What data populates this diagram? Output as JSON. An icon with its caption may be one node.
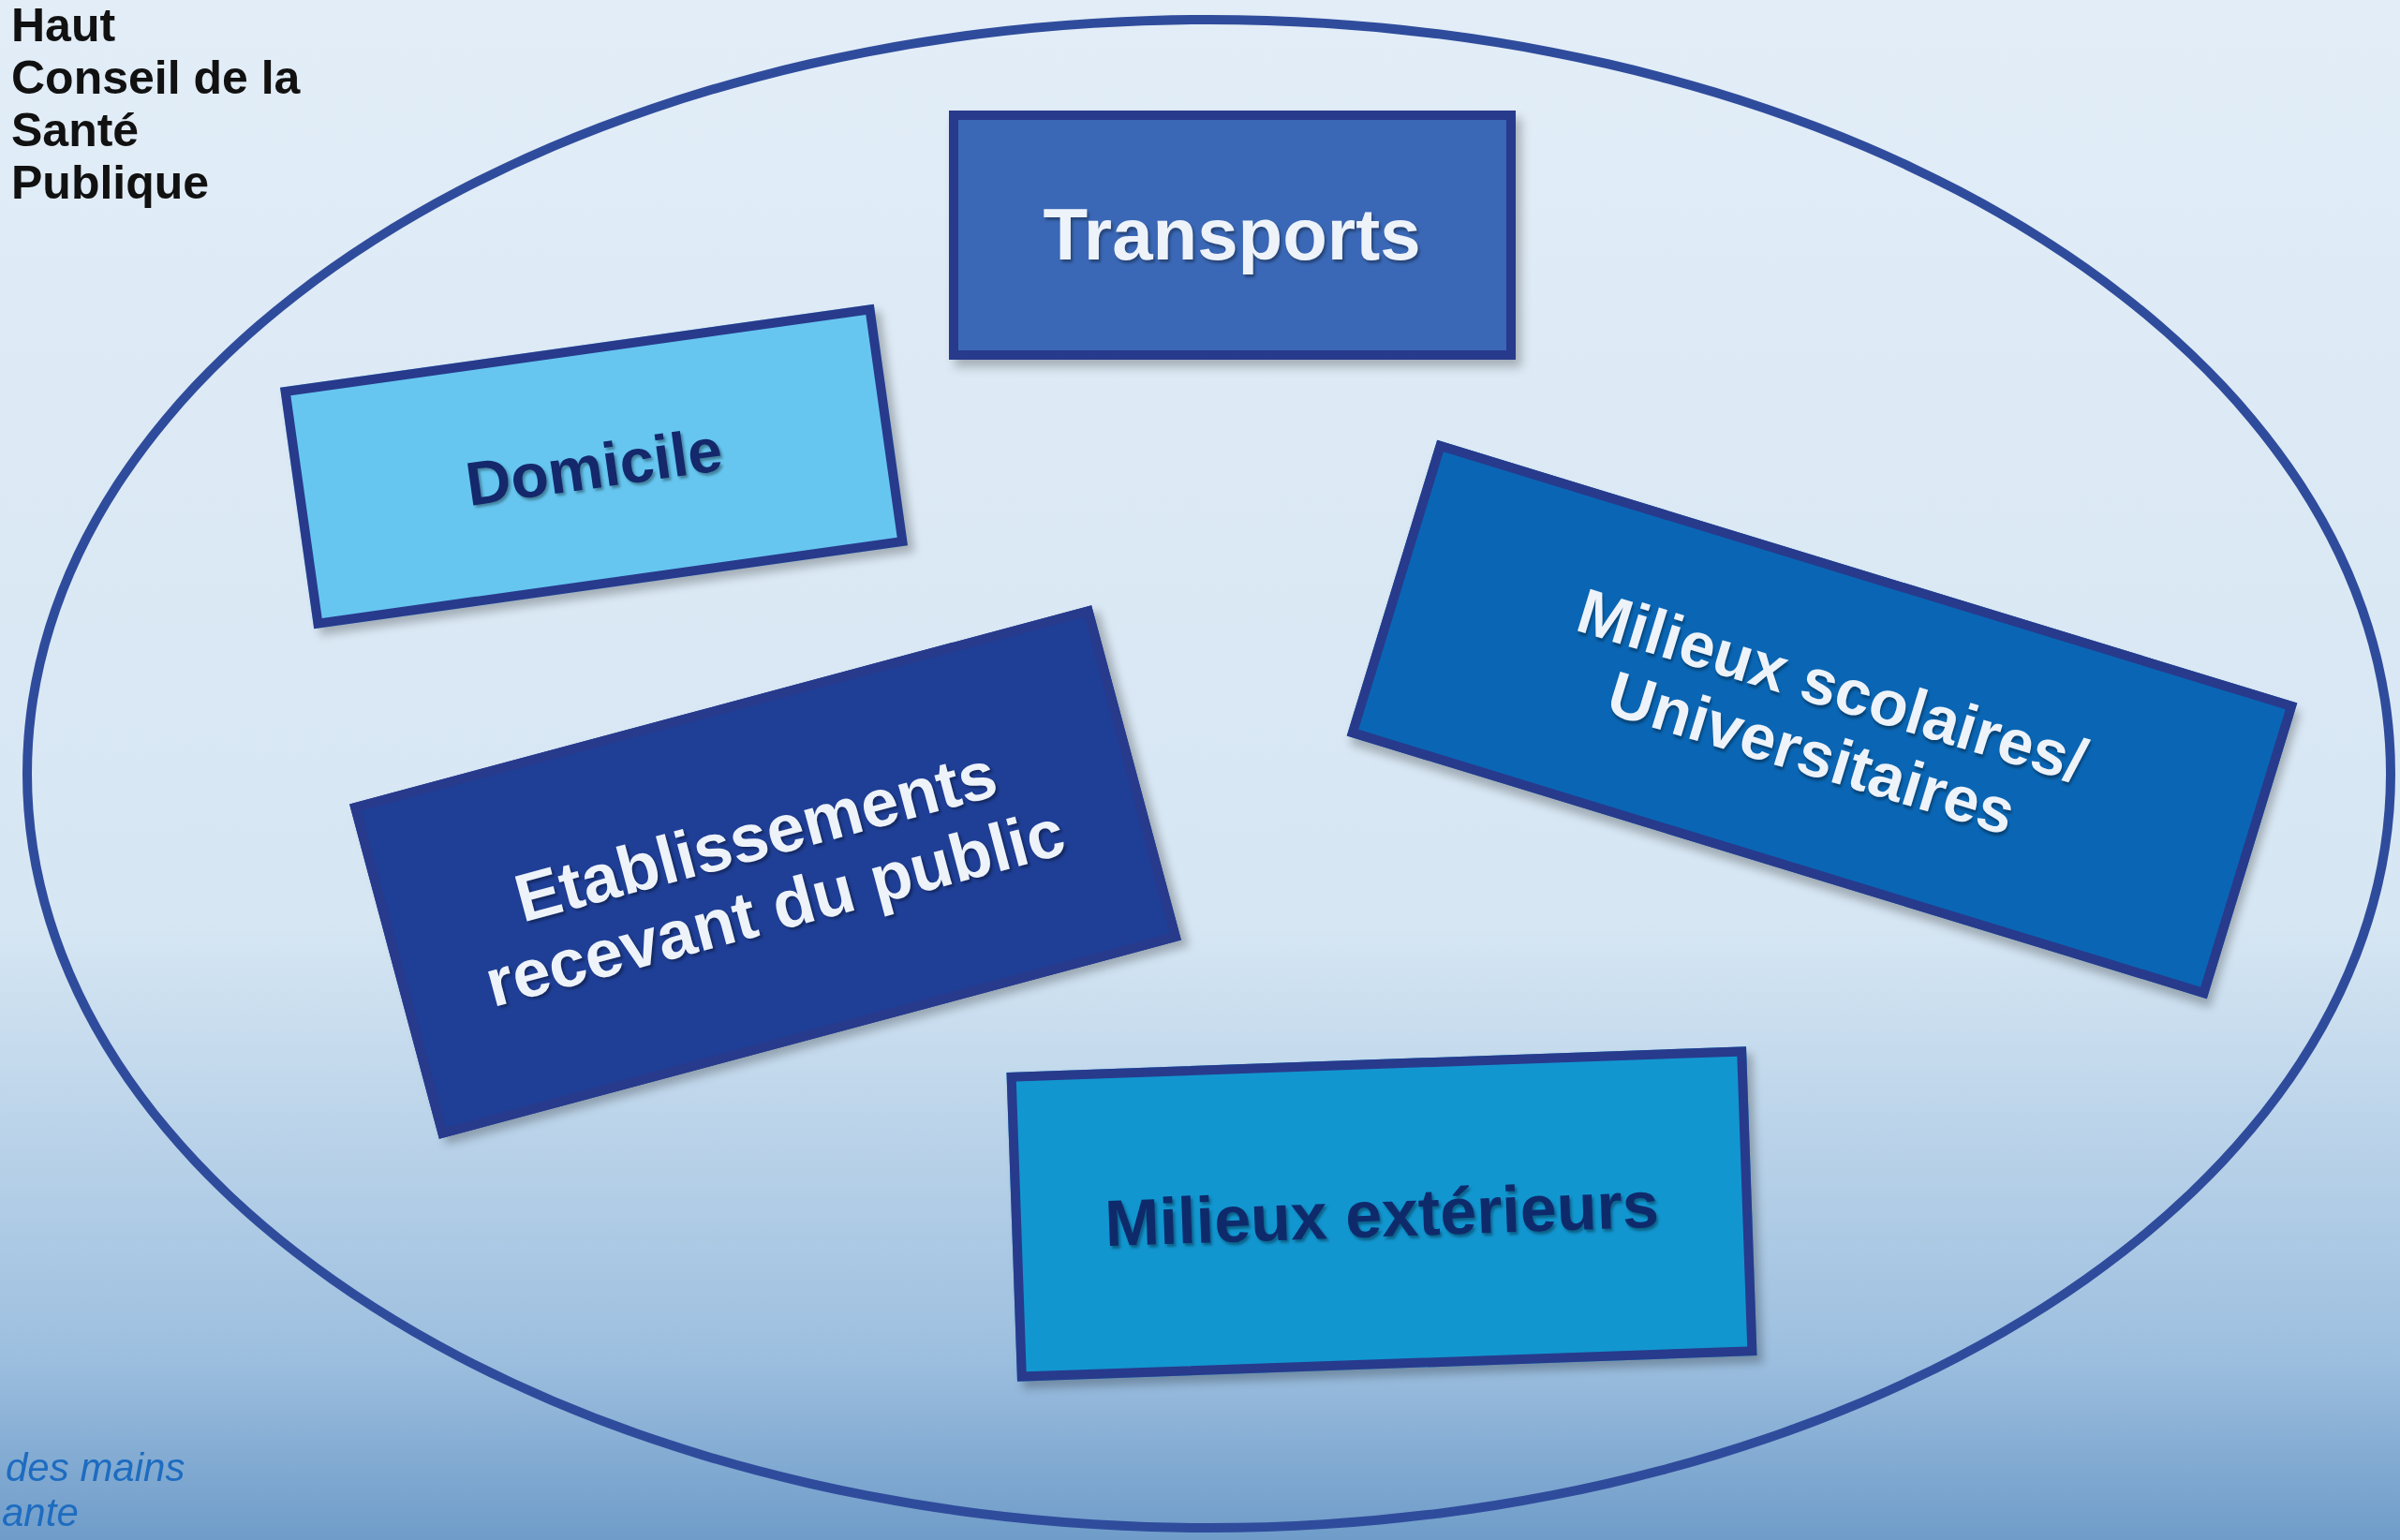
{
  "diagram": {
    "nodes": [
      {
        "text": [],
        "shape": "ellipse"
      },
      {
        "text": [
          "Transports"
        ],
        "in": 0
      },
      {
        "text": [
          "Domicile"
        ],
        "in": 0
      },
      {
        "text": [
          "Etablissements recevant du public"
        ],
        "in": 0
      },
      {
        "text": [
          "Milieux scolaires/ Universitaires"
        ],
        "in": 0
      },
      {
        "text": [
          "Milieux extérieurs"
        ],
        "in": 0
      }
    ],
    "labels": [
      "Haut",
      "Conseil de la",
      "Santé",
      "Publique",
      "des mains",
      "ante"
    ]
  }
}
